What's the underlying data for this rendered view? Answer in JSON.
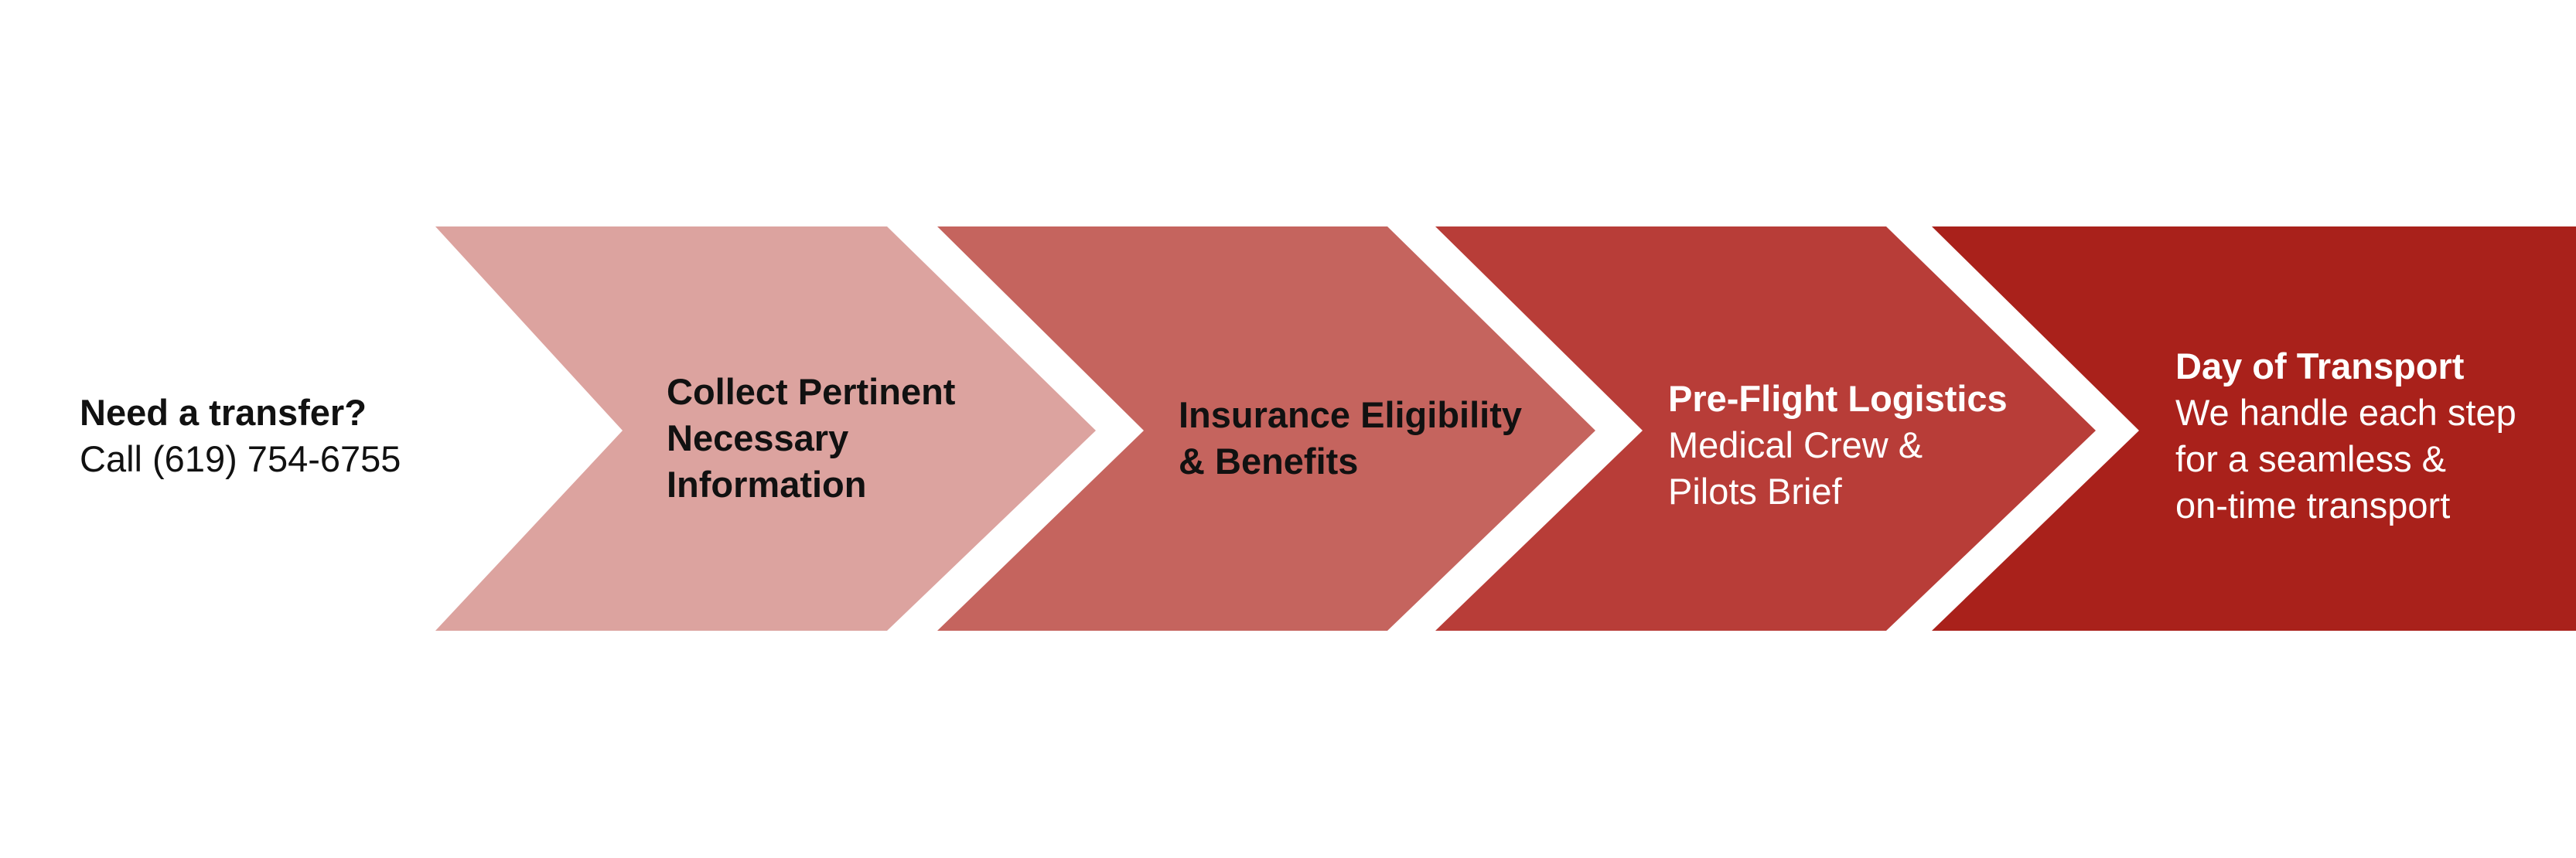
{
  "callout": {
    "question": "Need a transfer?",
    "phone_line": "Call (619) 754-6755"
  },
  "steps": [
    {
      "title_lines": [
        "Collect Pertinent",
        "Necessary",
        "Information"
      ],
      "detail_lines": [],
      "fill": "#dca39f",
      "text_color": "#111111"
    },
    {
      "title_lines": [
        "Insurance Eligibility",
        "& Benefits"
      ],
      "detail_lines": [],
      "fill": "#c5645e",
      "text_color": "#111111"
    },
    {
      "title_lines": [
        "Pre-Flight Logistics"
      ],
      "detail_lines": [
        "Medical Crew &",
        "Pilots Brief"
      ],
      "fill": "#b83d38",
      "text_color": "#ffffff"
    },
    {
      "title_lines": [
        "Day of Transport"
      ],
      "detail_lines": [
        "We handle each step",
        "for a seamless &",
        "on-time transport"
      ],
      "fill": "#a9211b",
      "text_color": "#ffffff"
    }
  ]
}
